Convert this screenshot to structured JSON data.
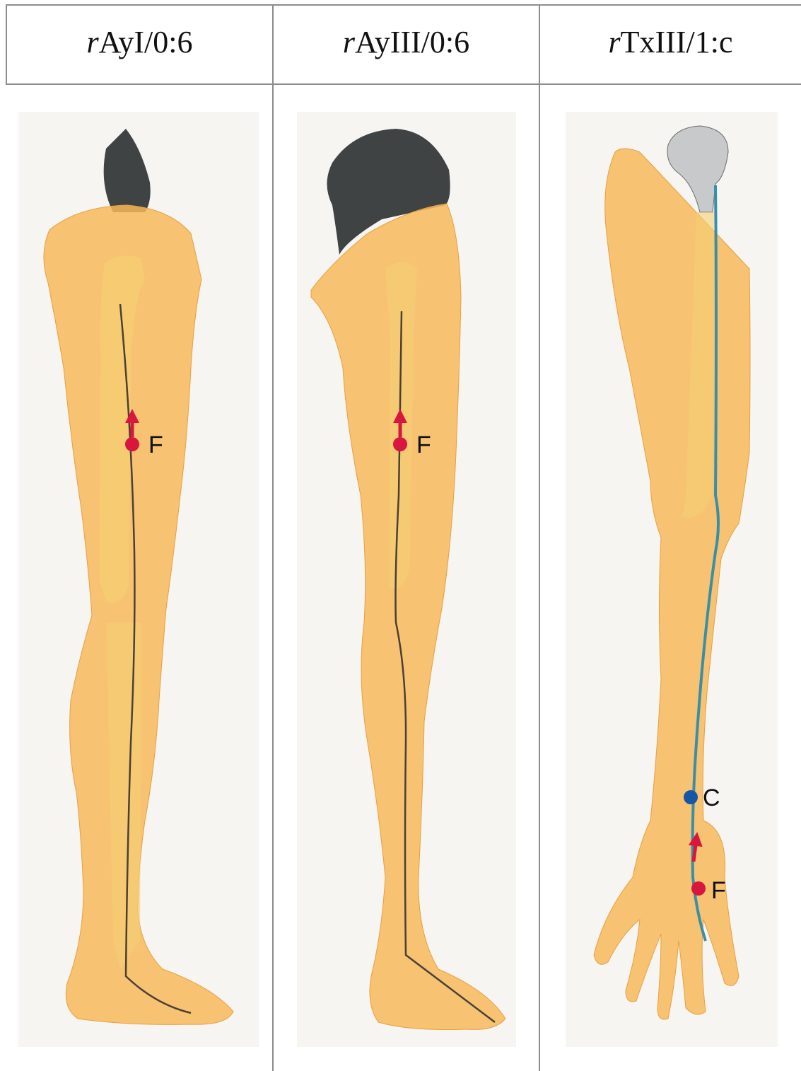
{
  "columns": [
    {
      "prefix": "r",
      "rest": "AyI/0:6",
      "figure": "leg-lateral-view"
    },
    {
      "prefix": "r",
      "rest": "AyIII/0:6",
      "figure": "leg-posterior-lateral-view"
    },
    {
      "prefix": "r",
      "rest": "TxIII/1:c",
      "figure": "arm-anterior-view"
    }
  ],
  "markers": {
    "col1": {
      "point_label": "F"
    },
    "col2": {
      "point_label": "F"
    },
    "col3": {
      "upper_label": "C",
      "lower_label": "F"
    }
  },
  "colors": {
    "skin": "#f7b85a",
    "bone": "#f5cf74",
    "pathway_leg": "#4a4038",
    "pathway_arm": "#3a8fa8",
    "red_marker": "#d8163e",
    "blue_marker": "#1756a6",
    "cut_surface": "#3f4344",
    "grid": "#8c8c8c"
  }
}
